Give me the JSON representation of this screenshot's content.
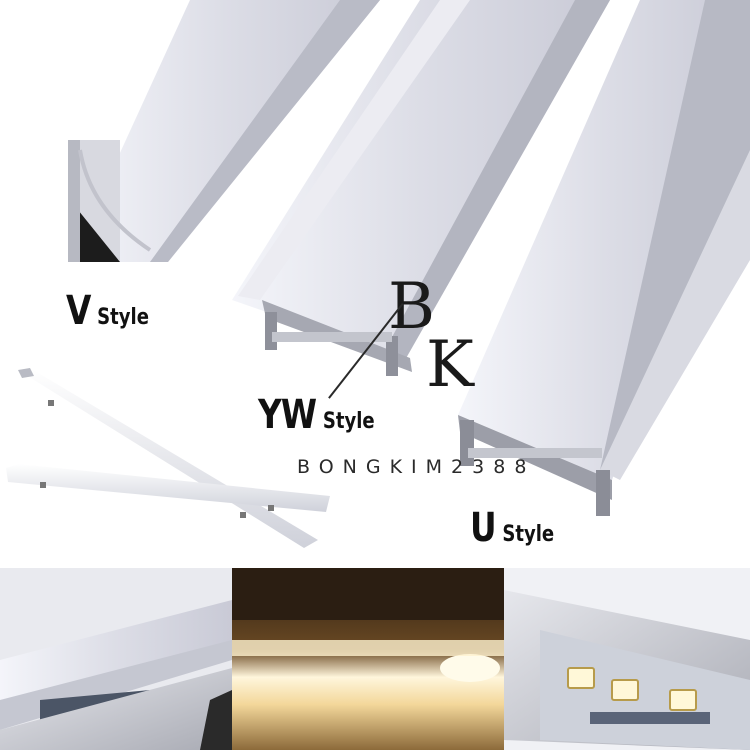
{
  "labels": {
    "v_big": "V",
    "v_small": "Style",
    "yw_big": "YW",
    "yw_small": "Style",
    "u_big": "U",
    "u_small": "Style"
  },
  "watermark": {
    "text": "BONGKIM2388",
    "initial_b": "B",
    "initial_k": "K"
  }
}
